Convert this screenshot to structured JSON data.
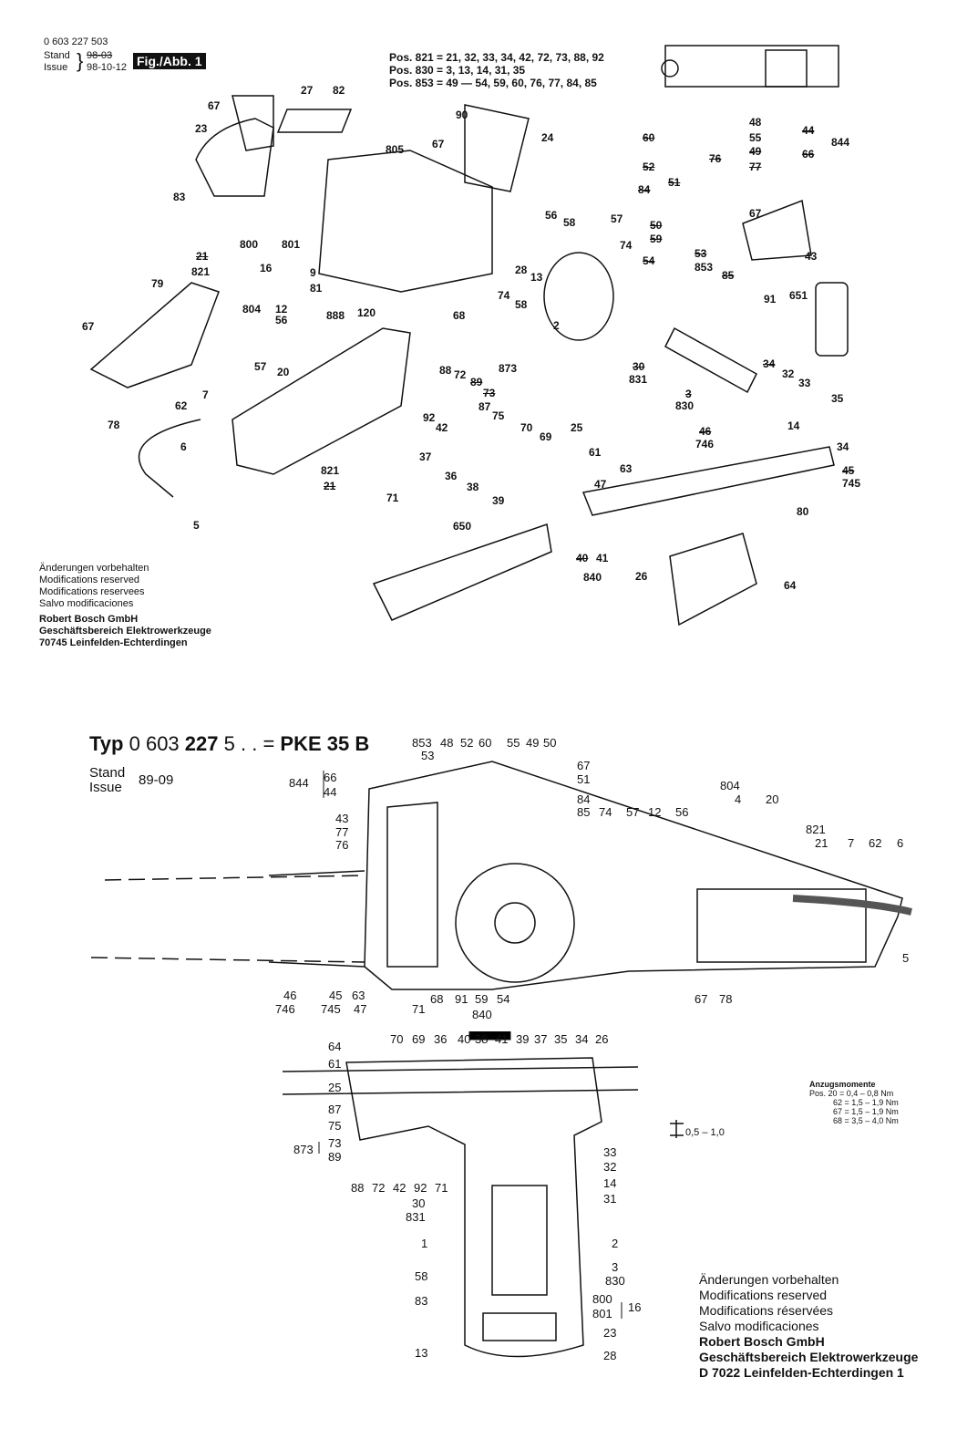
{
  "header": {
    "part_number": "0 603 227 503",
    "stand_label": "Stand",
    "stand_struck": "98-03",
    "issue_label": "Issue",
    "issue_value": "98-10-12",
    "fig_badge": "Fig./Abb. 1"
  },
  "pos_notes": [
    "Pos. 821 = 21, 32, 33, 34, 42, 72, 73, 88, 92",
    "Pos. 830 = 3, 13, 14, 31, 35",
    "Pos. 853 = 49 — 54, 59, 60, 76, 77, 84, 85"
  ],
  "notice_top": {
    "lines": [
      "Änderungen vorbehalten",
      "Modifications reserved",
      "Modifications reservees",
      "Salvo modificaciones"
    ],
    "company": "Robert Bosch GmbH",
    "division": "Geschäftsbereich Elektrowerkzeuge",
    "address": "70745 Leinfelden-Echterdingen"
  },
  "type_header": {
    "typ": "Typ",
    "number_light": "0 603",
    "number_bold": "227",
    "suffix": "5 . . =",
    "model": "PKE 35 B",
    "stand_label": "Stand",
    "issue_label": "Issue",
    "issue_value": "89-09"
  },
  "torque": {
    "title": "Anzugsmomente",
    "rows": [
      "Pos. 20 = 0,4 – 0,8 Nm",
      "62 = 1,5 – 1,9 Nm",
      "67 = 1,5 – 1,9 Nm",
      "68 = 3,5 – 4,0 Nm"
    ]
  },
  "gap_note": "0,5 – 1,0",
  "notice_bottom": {
    "lines": [
      "Änderungen vorbehalten",
      "Modifications reserved",
      "Modifications réservées",
      "Salvo modificaciones"
    ],
    "company": "Robert Bosch GmbH",
    "division": "Geschäftsbereich Elektrowerkzeuge",
    "address": "D 7022 Leinfelden-Echterdingen 1"
  },
  "callouts_exploded": [
    "67",
    "23",
    "83",
    "27",
    "82",
    "805",
    "90",
    "67",
    "24",
    "800",
    "801",
    "16",
    "9",
    "81",
    "21",
    "821",
    "79",
    "67",
    "804",
    "12",
    "56",
    "57",
    "20",
    "888",
    "120",
    "78",
    "62",
    "7",
    "6",
    "5",
    "821",
    "21",
    "71",
    "68",
    "88",
    "72",
    "89",
    "73",
    "873",
    "87",
    "75",
    "70",
    "69",
    "25",
    "92",
    "42",
    "37",
    "36",
    "38",
    "39",
    "61",
    "47",
    "63",
    "650",
    "40",
    "41",
    "840",
    "26",
    "64",
    "80",
    "48",
    "55",
    "49",
    "44",
    "844",
    "66",
    "60",
    "52",
    "76",
    "77",
    "84",
    "51",
    "50",
    "59",
    "67",
    "57",
    "74",
    "54",
    "53",
    "853",
    "85",
    "43",
    "91",
    "651",
    "56",
    "58",
    "28",
    "13",
    "74",
    "58",
    "2",
    "30",
    "831",
    "3",
    "830",
    "34",
    "32",
    "33",
    "35",
    "14",
    "34",
    "46",
    "746",
    "45",
    "745"
  ],
  "callouts_assembly": [
    "853",
    "48",
    "52",
    "60",
    "55",
    "49",
    "50",
    "53",
    "67",
    "51",
    "84",
    "85",
    "74",
    "57",
    "12",
    "56",
    "804",
    "4",
    "20",
    "821",
    "21",
    "7",
    "62",
    "6",
    "844",
    "66",
    "44",
    "43",
    "77",
    "76",
    "5",
    "46",
    "746",
    "45",
    "745",
    "63",
    "47",
    "71",
    "68",
    "91",
    "59",
    "54",
    "67",
    "78"
  ],
  "callouts_section": [
    "840",
    "70",
    "69",
    "36",
    "40",
    "38",
    "41",
    "39",
    "37",
    "35",
    "34",
    "26",
    "64",
    "61",
    "25",
    "87",
    "75",
    "73",
    "873",
    "89",
    "88",
    "72",
    "42",
    "92",
    "71",
    "33",
    "32",
    "14",
    "31",
    "30",
    "831",
    "1",
    "2",
    "3",
    "830",
    "58",
    "83",
    "800",
    "801",
    "16",
    "23",
    "13",
    "28"
  ]
}
